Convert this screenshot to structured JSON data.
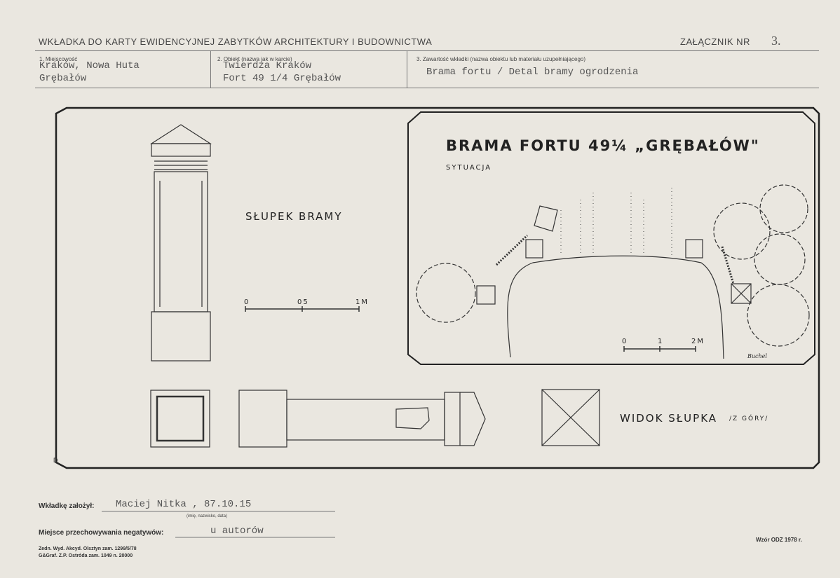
{
  "header": {
    "title": "WKŁADKA DO KARTY EWIDENCYJNEJ ZABYTKÓW ARCHITEKTURY I BUDOWNICTWA",
    "zalacznik_label": "ZAŁĄCZNIK NR",
    "zalacznik_number": "3."
  },
  "fields": {
    "f1_label": "1. Miejscowość",
    "f1_line1": "Kraków, Nowa Huta",
    "f1_line2": "Grębałów",
    "f2_label": "2. Obiekt (nazwa jak w karcie)",
    "f2_line1": "Twierdza Kraków",
    "f2_line2": "Fort 49 1/4 Grębałów",
    "f3_label": "3. Zawartość wkładki (nazwa obiektu lub materiału uzupełniającego)",
    "f3_line1": "Brama fortu / Detal bramy ogrodzenia"
  },
  "drawing": {
    "main_title": "BRAMA FORTU 49¼ „GRĘBAŁÓW\"",
    "sytuacja": "SYTUACJA",
    "slupek_bramy": "SŁUPEK BRAMY",
    "widok_slupka": "WIDOK SŁUPKA",
    "z_gory": "/Z GÓRY/",
    "scale1": [
      "0",
      "05",
      "1M"
    ],
    "scale2": [
      "0",
      "1",
      "2M"
    ],
    "signature": "Buchel",
    "corner_mark": "D"
  },
  "footer": {
    "zalozyl_label": "Wkładkę założył:",
    "zalozyl_value": "Maciej Nitka , 87.10.15",
    "zalozyl_caption": "(imię, nazwisko, data)",
    "miejsce_label": "Miejsce przechowywania negatywów:",
    "miejsce_value": "u autorów",
    "print1": "Zedn. Wyd. Akcyd. Olsztyn zam. 1299/5/78",
    "print2": "G&Graf. Z.P. Ostróda zam. 1049 n. 20000",
    "wzor": "Wzór ODZ 1978 r."
  }
}
